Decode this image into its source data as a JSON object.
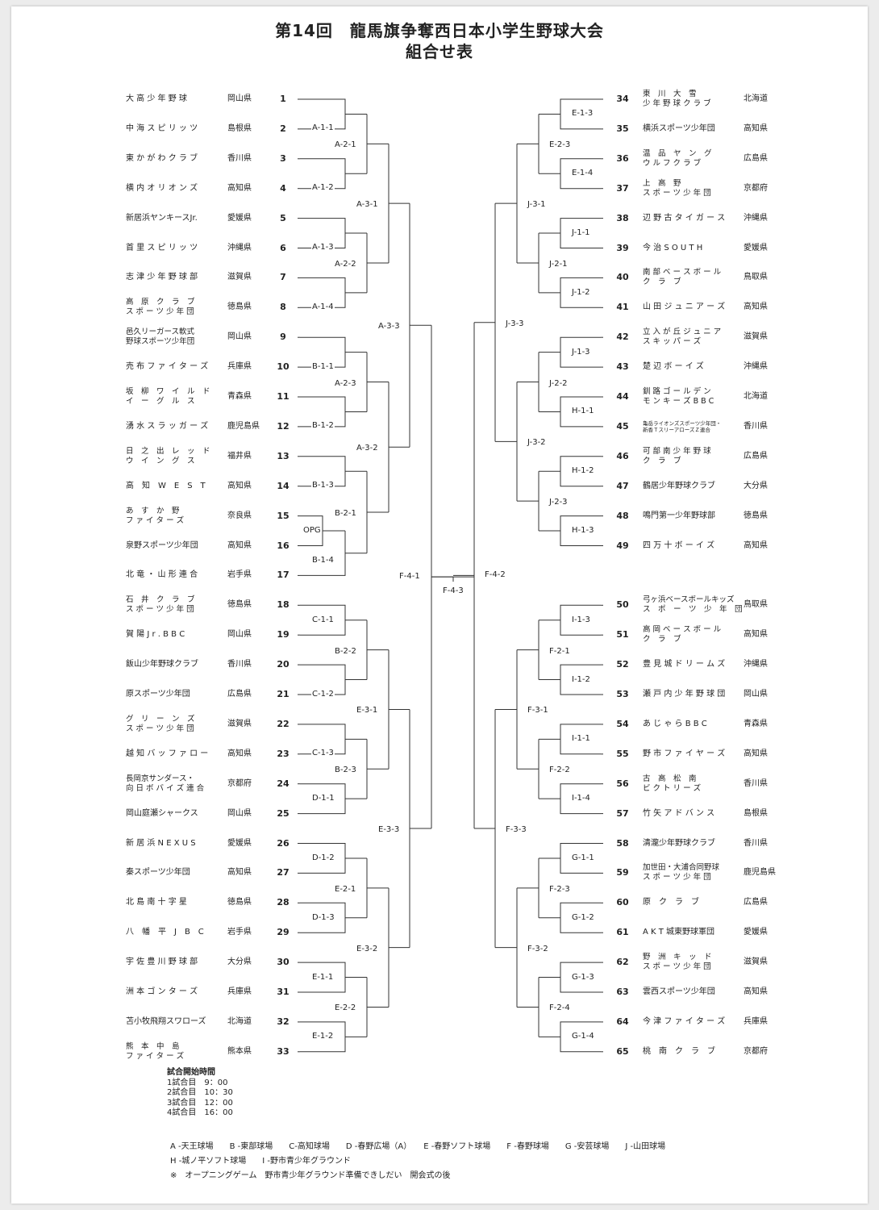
{
  "title": "第14回　龍馬旗争奪西日本小学生野球大会",
  "subtitle": "組合せ表",
  "teams": [
    {
      "num": "1",
      "name": "大 高 少 年 野 球",
      "pref": "岡山県"
    },
    {
      "num": "2",
      "name": "中 海 ス ピ リ ッ ツ",
      "pref": "島根県"
    },
    {
      "num": "3",
      "name": "東 か が わ ク ラ ブ",
      "pref": "香川県"
    },
    {
      "num": "4",
      "name": "横 内 オ リ オ ン ズ",
      "pref": "高知県"
    },
    {
      "num": "5",
      "name": "新居浜ヤンキースJr.",
      "pref": "愛媛県"
    },
    {
      "num": "6",
      "name": "首 里 ス ピ リ ッ ツ",
      "pref": "沖縄県"
    },
    {
      "num": "7",
      "name": "志 津 少 年 野 球 部",
      "pref": "滋賀県"
    },
    {
      "num": "8",
      "name": "高　原　ク　ラ　ブ\nス ポ ー ツ 少 年 団",
      "pref": "徳島県"
    },
    {
      "num": "9",
      "name": "邑久リーガース軟式\n野球スポーツ少年団",
      "pref": "岡山県"
    },
    {
      "num": "10",
      "name": "売 布 フ ァ イ タ ー ズ",
      "pref": "兵庫県"
    },
    {
      "num": "11",
      "name": "坂　柳　ワ　イ　ル　ド\nイ　ー　グ　ル　ス",
      "pref": "青森県"
    },
    {
      "num": "12",
      "name": "湧 水 ス ラ ッ ガ ー ズ",
      "pref": "鹿児島県"
    },
    {
      "num": "13",
      "name": "日　之　出　レ　ッ　ド\nウ　イ　ン　グ　ス",
      "pref": "福井県"
    },
    {
      "num": "14",
      "name": "高　知　W　E　S　T",
      "pref": "高知県"
    },
    {
      "num": "15",
      "name": "あ　す　か　野\nフ ァ イ タ ー ズ",
      "pref": "奈良県"
    },
    {
      "num": "16",
      "name": "泉野スポーツ少年団",
      "pref": "高知県"
    },
    {
      "num": "17",
      "name": "北 竜 ・ 山 形 連 合",
      "pref": "岩手県"
    },
    {
      "num": "18",
      "name": "石　井　ク　ラ　ブ\nス ポ ー ツ 少 年 団",
      "pref": "徳島県"
    },
    {
      "num": "19",
      "name": "賀 陽 J r . B B C",
      "pref": "岡山県"
    },
    {
      "num": "20",
      "name": "飯山少年野球クラブ",
      "pref": "香川県"
    },
    {
      "num": "21",
      "name": "原スポーツ少年団",
      "pref": "広島県"
    },
    {
      "num": "22",
      "name": "グ　リ　ー　ン　ズ\nス ポ ー ツ 少 年 団",
      "pref": "滋賀県"
    },
    {
      "num": "23",
      "name": "越 知 バ ッ フ ァ ロ ー",
      "pref": "高知県"
    },
    {
      "num": "24",
      "name": "長岡京サンダース・\n向 日 ボ バ イ ズ 連 合",
      "pref": "京都府"
    },
    {
      "num": "25",
      "name": "岡山庭瀬シャークス",
      "pref": "岡山県"
    },
    {
      "num": "26",
      "name": "新 居 浜 N E X U S",
      "pref": "愛媛県"
    },
    {
      "num": "27",
      "name": "秦スポーツ少年団",
      "pref": "高知県"
    },
    {
      "num": "28",
      "name": "北 島 南 十 字 星",
      "pref": "徳島県"
    },
    {
      "num": "29",
      "name": "八　幡　平　J　B　C",
      "pref": "岩手県"
    },
    {
      "num": "30",
      "name": "宇 佐 豊 川 野 球 部",
      "pref": "大分県"
    },
    {
      "num": "31",
      "name": "洲 本 ゴ ン タ ー ズ",
      "pref": "兵庫県"
    },
    {
      "num": "32",
      "name": "苫小牧飛翔スワローズ",
      "pref": "北海道"
    },
    {
      "num": "33",
      "name": "熊　本　中　島\nフ ァ イ タ ー ズ",
      "pref": "熊本県"
    },
    {
      "num": "34",
      "name": "東　川　大　雪\n少 年 野 球 ク ラ ブ",
      "pref": "北海道"
    },
    {
      "num": "35",
      "name": "横浜スポーツ少年団",
      "pref": "高知県"
    },
    {
      "num": "36",
      "name": "温　品　ヤ　ン　グ\nウ ル フ ク ラ ブ",
      "pref": "広島県"
    },
    {
      "num": "37",
      "name": "上　高　野\nス ポ ー ツ 少 年 団",
      "pref": "京都府"
    },
    {
      "num": "38",
      "name": "辺 野 古 タ イ ガ ー ス",
      "pref": "沖縄県"
    },
    {
      "num": "39",
      "name": "今 治 S O U T H",
      "pref": "愛媛県"
    },
    {
      "num": "40",
      "name": "南 部 ベ ー ス ボ ー ル\nク　ラ　ブ",
      "pref": "鳥取県"
    },
    {
      "num": "41",
      "name": "山 田 ジ ュ ニ ア ー ズ",
      "pref": "高知県"
    },
    {
      "num": "42",
      "name": "立 入 が 丘 ジ ュ ニ ア\nス キ ッ パ ー ズ",
      "pref": "滋賀県"
    },
    {
      "num": "43",
      "name": "楚 辺 ボ ー イ ズ",
      "pref": "沖縄県"
    },
    {
      "num": "44",
      "name": "釧 路 ゴ ー ル デ ン\nモ ン キ ー ズ B B C",
      "pref": "北海道"
    },
    {
      "num": "45",
      "name": "亀岳ライオンズスポーツ少年団・\n新香ＴスリーアローズＺ連合",
      "pref": "香川県"
    },
    {
      "num": "46",
      "name": "可 部 南 少 年 野 球\nク　ラ　ブ",
      "pref": "広島県"
    },
    {
      "num": "47",
      "name": "鶴居少年野球クラブ",
      "pref": "大分県"
    },
    {
      "num": "48",
      "name": "鳴門第一少年野球部",
      "pref": "徳島県"
    },
    {
      "num": "49",
      "name": "四 万 十 ボ ー イ ズ",
      "pref": "高知県"
    },
    {
      "num": "50",
      "name": "弓ヶ浜ベースボールキッズ\nス　ポ　ー　ツ　少　年　団",
      "pref": "鳥取県"
    },
    {
      "num": "51",
      "name": "高 岡 ベ ー ス ボ ー ル\nク　ラ　ブ",
      "pref": "高知県"
    },
    {
      "num": "52",
      "name": "豊 見 城 ド リ ー ム ズ",
      "pref": "沖縄県"
    },
    {
      "num": "53",
      "name": "瀬 戸 内 少 年 野 球 団",
      "pref": "岡山県"
    },
    {
      "num": "54",
      "name": "あ じ ゃ ら B B C",
      "pref": "青森県"
    },
    {
      "num": "55",
      "name": "野 市 フ ァ イ ヤ ー ズ",
      "pref": "高知県"
    },
    {
      "num": "56",
      "name": "古　高　松　南\nビ ク ト リ ー ズ",
      "pref": "香川県"
    },
    {
      "num": "57",
      "name": "竹 矢 ア ド バ ン ス",
      "pref": "島根県"
    },
    {
      "num": "58",
      "name": "清瀧少年野球クラブ",
      "pref": "香川県"
    },
    {
      "num": "59",
      "name": "加世田・大浦合同野球\nス ポ ー ツ 少 年 団",
      "pref": "鹿児島県"
    },
    {
      "num": "60",
      "name": "原　ク　ラ　ブ",
      "pref": "広島県"
    },
    {
      "num": "61",
      "name": "A K T 城東野球軍団",
      "pref": "愛媛県"
    },
    {
      "num": "62",
      "name": "野　洲　キ　ッ　ド\nス ポ ー ツ 少 年 団",
      "pref": "滋賀県"
    },
    {
      "num": "63",
      "name": "雲西スポーツ少年団",
      "pref": "高知県"
    },
    {
      "num": "64",
      "name": "今 津 フ ァ イ タ ー ズ",
      "pref": "兵庫県"
    },
    {
      "num": "65",
      "name": "桃　南　ク　ラ　ブ",
      "pref": "京都府"
    }
  ],
  "matches": {
    "A11": "A-1-1",
    "A12": "A-1-2",
    "A13": "A-1-3",
    "A14": "A-1-4",
    "A21": "A-2-1",
    "A22": "A-2-2",
    "A23": "A-2-3",
    "A31": "A-3-1",
    "A32": "A-3-2",
    "A33": "A-3-3",
    "B11": "B-1-1",
    "B12": "B-1-2",
    "B13": "B-1-3",
    "B14": "B-1-4",
    "OPG": "OPG",
    "B21": "B-2-1",
    "B22": "B-2-2",
    "B23": "B-2-3",
    "C11": "C-1-1",
    "C12": "C-1-2",
    "C13": "C-1-3",
    "D11": "D-1-1",
    "D12": "D-1-2",
    "D13": "D-1-3",
    "E11": "E-1-1",
    "E12": "E-1-2",
    "E13": "E-1-3",
    "E14": "E-1-4",
    "E21": "E-2-1",
    "E22": "E-2-2",
    "E23": "E-2-3",
    "E31": "E-3-1",
    "E32": "E-3-2",
    "E33": "E-3-3",
    "F41": "F-4-1",
    "F42": "F-4-2",
    "F43": "F-4-3",
    "J11": "J-1-1",
    "J12": "J-1-2",
    "J13": "J-1-3",
    "J21": "J-2-1",
    "J22": "J-2-2",
    "J23": "J-2-3",
    "J31": "J-3-1",
    "J32": "J-3-2",
    "J33": "J-3-3",
    "H11": "H-1-1",
    "H12": "H-1-2",
    "H13": "H-1-3",
    "I11": "I-1-1",
    "I12": "I-1-2",
    "I13": "I-1-3",
    "I14": "I-1-4",
    "F21": "F-2-1",
    "F22": "F-2-2",
    "F23": "F-2-3",
    "F24": "F-2-4",
    "F31": "F-3-1",
    "F32": "F-3-2",
    "F33": "F-3-3",
    "G11": "G-1-1",
    "G12": "G-1-2",
    "G13": "G-1-3",
    "G14": "G-1-4"
  },
  "schedule": {
    "heading": "試合開始時間",
    "lines": [
      "1試合目　9：00",
      "2試合目　10：30",
      "3試合目　12：00",
      "4試合目　16：00"
    ]
  },
  "venues": {
    "line1": "A -天王球場　　B -東部球場　　C-高知球場　　D -春野広場（A）　　E -春野ソフト球場　　F -春野球場　　G -安芸球場　　J -山田球場",
    "line2": "H -城ノ平ソフト球場　　I -野市青少年グラウンド",
    "line3": "※　オープニングゲーム　野市青少年グラウンド準備できしだい　開会式の後"
  }
}
